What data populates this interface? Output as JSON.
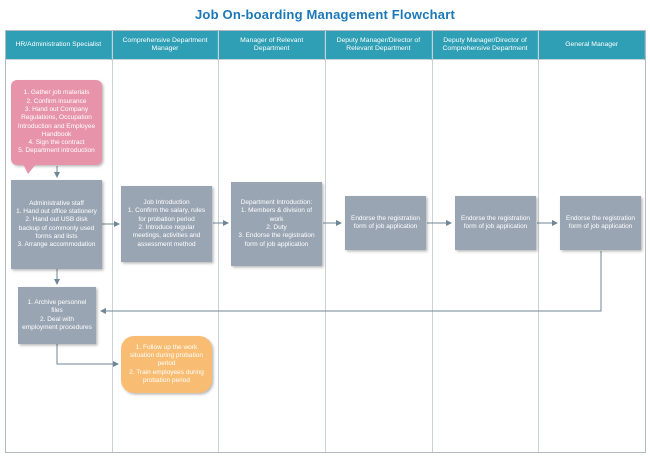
{
  "title": "Job On-boarding Management Flowchart",
  "lanes": [
    {
      "label": "HR/Administration Specialist"
    },
    {
      "label": "Comprehensive Department Manager"
    },
    {
      "label": "Manager of Relevant Department"
    },
    {
      "label": "Deputy Manager/Director of Relevant Department"
    },
    {
      "label": "Deputy Manager/Director of Comprehensive Department"
    },
    {
      "label": "General Manager"
    }
  ],
  "nodes": {
    "gather": "1. Gather job materials\n2. Confirm insurance\n3. Hand out Company Regulations, Occupation Introduction and  Employee Handbook\n4. Sign the contract\n5. Department introduction",
    "admin_staff": "Administrative staff\n1. Hand out office stationery\n2. Hand out USB disk backup of commonly used forms and lists\n3. Arrange accommodation",
    "archive": "1. Archive personnel files\n2. Deal with employment procedures",
    "job_intro": "Job Introduction\n1. Confirm the salary, rules for probation period\n2. Introduce regular meetings, activities and assessment method",
    "dept_intro": "Department Introduction:\n1. Members & division of work\n2. Duty\n3. Endorse the registration form of job application",
    "endorse_relevant": "Endorse the registration form of job application",
    "endorse_comprehensive": "Endorse the registration form of jоb application",
    "endorse_gm": "Endorse the registration form of job application",
    "followup": "1. Follow up the work situation during probation period\n2. Train employees during probation period"
  },
  "colors": {
    "title": "#1a78b8",
    "lane_header": "#2e9fb4",
    "node_gray": "#9aa5b4",
    "node_pink": "#e794ab",
    "node_orange": "#f8bd72",
    "connector": "#6e8794"
  }
}
